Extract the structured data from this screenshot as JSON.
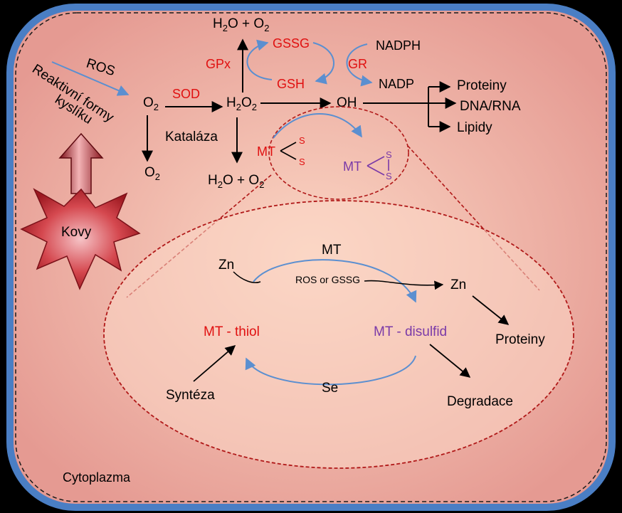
{
  "colors": {
    "background": "#000000",
    "cell_border": "#4a7ec4",
    "cell_fill_inner": "#fbd3c0",
    "cell_fill_outer": "#e7a197",
    "red_text": "#e01010",
    "purple_text": "#7a3aa8",
    "blue_arrow": "#5b8fd0",
    "dashed": "#b01818",
    "metal_star": "#b8232a"
  },
  "labels": {
    "h2o_o2_top": {
      "main": "H",
      "sub1": "2",
      "mid": "O + O",
      "sub2": "2"
    },
    "gssg": "GSSG",
    "nadph": "NADPH",
    "gpx": "GPx",
    "gr": "GR",
    "gsh": "GSH",
    "nadp": "NADP",
    "ros": "ROS",
    "reactive_line1": "Reaktivní formy",
    "reactive_line2": "kyslíku",
    "o2": {
      "main": "O",
      "sub": "2"
    },
    "sod": "SOD",
    "h2o2": {
      "main": "H",
      "sub1": "2",
      "mid": "O",
      "sub2": "2"
    },
    "oh": "OH",
    "proteiny_top": "Proteiny",
    "dna_rna": "DNA/RNA",
    "lipidy": "Lipidy",
    "katalaza": "Kataláza",
    "o2_bottom": {
      "main": "O",
      "sub": "2"
    },
    "h2o_o2_bottom": {
      "main": "H",
      "sub1": "2",
      "mid": "O + O",
      "sub2": "2"
    },
    "mt_small_red": "MT",
    "s_top": "S",
    "s_bottom": "S",
    "mt_small_purple": "MT",
    "s_purple_top": "S",
    "s_purple_bottom": "S",
    "kovy": "Kovy",
    "mt_zoom": "MT",
    "zn_left": "Zn",
    "ros_or_gssg": "ROS or GSSG",
    "zn_right": "Zn",
    "mt_thiol": "MT - thiol",
    "mt_disulfid": "MT - disulfid",
    "proteiny_zoom": "Proteiny",
    "syntez": "Syntéza",
    "se": "Se",
    "degradace": "Degradace",
    "cytoplazma": "Cytoplazma"
  }
}
